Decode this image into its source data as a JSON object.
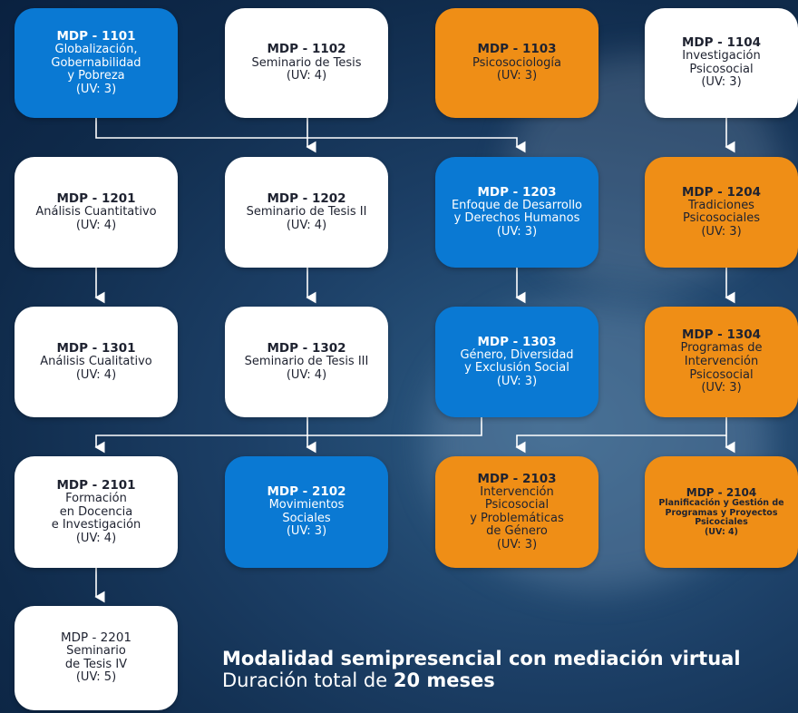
{
  "courses": [
    {
      "code": "MDP - 1101",
      "body": "Globalización,\nGobernabilidad\ny Pobreza",
      "uv": "(UV: 3)",
      "color": "blue"
    },
    {
      "code": "MDP - 1102",
      "body": "Seminario de Tesis",
      "uv": "(UV: 4)",
      "color": "white"
    },
    {
      "code": "MDP - 1103",
      "body": "Psicosociología",
      "uv": "(UV: 3)",
      "color": "orange"
    },
    {
      "code": "MDP - 1104",
      "body": "Investigación\nPsicosocial",
      "uv": "(UV: 3)",
      "color": "white"
    },
    {
      "code": "MDP - 1201",
      "body": "Análisis Cuantitativo",
      "uv": "(UV: 4)",
      "color": "white"
    },
    {
      "code": "MDP - 1202",
      "body": "Seminario de Tesis II",
      "uv": "(UV: 4)",
      "color": "white"
    },
    {
      "code": "MDP - 1203",
      "body": "Enfoque de Desarrollo\ny Derechos Humanos",
      "uv": "(UV: 3)",
      "color": "blue"
    },
    {
      "code": "MDP - 1204",
      "body": "Tradiciones\nPsicosociales",
      "uv": "(UV: 3)",
      "color": "orange"
    },
    {
      "code": "MDP - 1301",
      "body": "Análisis Cualitativo",
      "uv": "(UV: 4)",
      "color": "white"
    },
    {
      "code": "MDP - 1302",
      "body": "Seminario de Tesis III",
      "uv": "(UV: 4)",
      "color": "white"
    },
    {
      "code": "MDP - 1303",
      "body": "Género, Diversidad\ny Exclusión Social",
      "uv": "(UV: 3)",
      "color": "blue"
    },
    {
      "code": "MDP - 1304",
      "body": "Programas de\nIntervención\nPsicosocial",
      "uv": "(UV: 3)",
      "color": "orange"
    },
    {
      "code": "MDP - 2101",
      "body": "Formación\nen Docencia\ne Investigación",
      "uv": "(UV: 4)",
      "color": "white"
    },
    {
      "code": "MDP - 2102",
      "body": "Movimientos\nSociales",
      "uv": "(UV: 3)",
      "color": "blue"
    },
    {
      "code": "MDP - 2103",
      "body": "Intervención\nPsicosocial\ny Problemáticas\nde Género",
      "uv": "(UV: 3)",
      "color": "orange"
    },
    {
      "code": "MDP - 2104",
      "body": "Planificación y Gestión de\nProgramas y Proyectos\nPsicociales",
      "uv": "(UV: 4)",
      "color": "orange"
    },
    {
      "code": "MDP - 2201",
      "body": "Seminario\nde Tesis IV",
      "uv": "(UV: 5)",
      "color": "white"
    }
  ],
  "footer": {
    "line1": "Modalidad semipresencial con mediación virtual",
    "line2_prefix": "Duración total de ",
    "line2_bold": "20 meses"
  }
}
